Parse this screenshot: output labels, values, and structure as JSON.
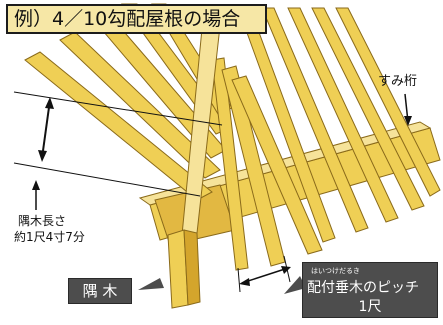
{
  "title": "例）4／10勾配屋根の場合",
  "labels": {
    "sumi_keta": "すみ桁",
    "sumiki_length_line1": "隅木長さ",
    "sumiki_length_line2": "約1尺4寸7分",
    "sumiki": "隅 木",
    "pitch_ruby": "はいつけだるき",
    "pitch_line1": "配付垂木のピッチ",
    "pitch_line2": "1尺"
  },
  "colors": {
    "wood_light": "#f6e39a",
    "wood_mid": "#efcf55",
    "wood_dark": "#d4a52c",
    "outline": "#8a6a1a",
    "title_bg": "#f6e7a6",
    "label_box": "#4d4d4d"
  }
}
